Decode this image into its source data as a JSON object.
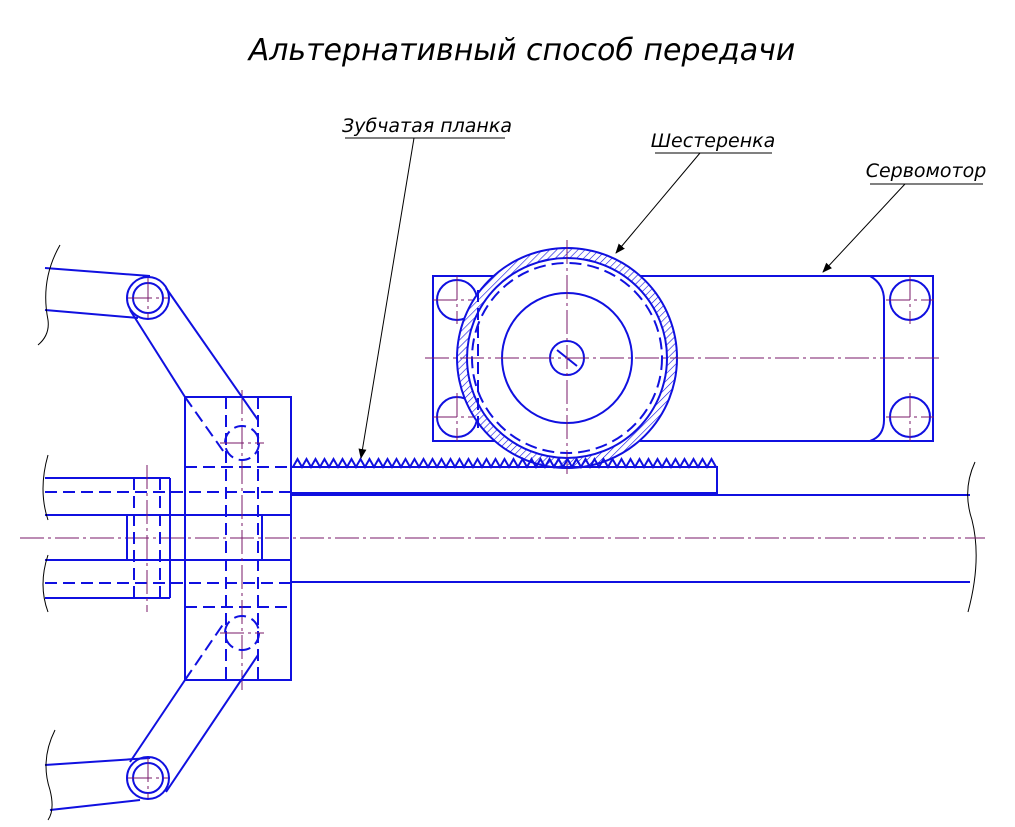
{
  "title": "Альтернативный способ передачи",
  "labels": {
    "rack": "Зубчатая планка",
    "gear": "Шестеренка",
    "servo": "Сервомотор"
  },
  "colors": {
    "outline": "#1010e0",
    "centerline": "#7a1a6a",
    "leader": "#000000"
  }
}
